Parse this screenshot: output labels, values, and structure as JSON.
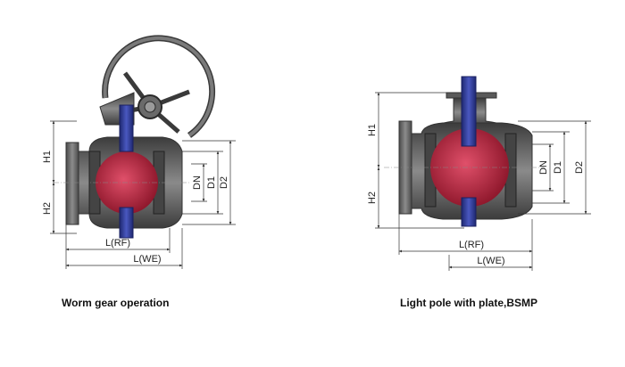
{
  "diagrams": [
    {
      "id": "worm-gear",
      "caption": "Worm gear operation",
      "dimensions": {
        "h1": "H1",
        "h2": "H2",
        "dn": "DN",
        "d1": "D1",
        "d2": "D2",
        "l_rf": "L(RF)",
        "l_we": "L(WE)"
      }
    },
    {
      "id": "light-pole",
      "caption": "Light pole with plate,BSMP",
      "dimensions": {
        "h1": "H1",
        "h2": "H2",
        "dn": "DN",
        "d1": "D1",
        "d2": "D2",
        "l_rf": "L(RF)",
        "l_we": "L(WE)"
      }
    }
  ],
  "colors": {
    "body": "#5a5a5a",
    "ball": "#c0203a",
    "stem": "#2e3a9a",
    "line": "#333333"
  }
}
